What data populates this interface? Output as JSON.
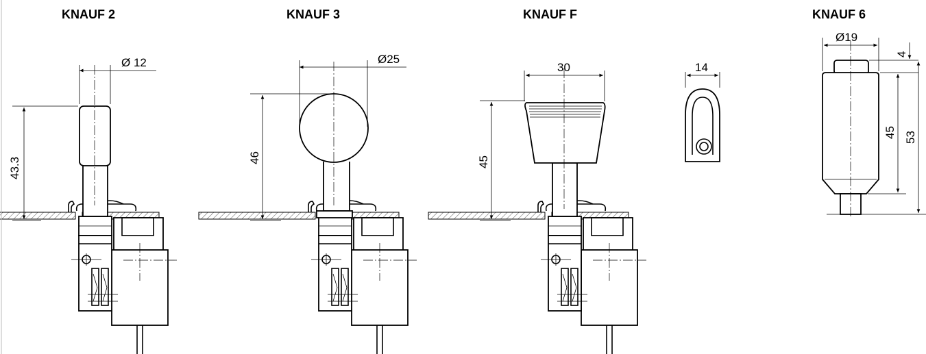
{
  "titles": {
    "knauf2": "KNAUF 2",
    "knauf3": "KNAUF 3",
    "knaufF": "KNAUF F",
    "knauf6": "KNAUF 6"
  },
  "dimensions": {
    "knauf2_diameter": "Ø 12",
    "knauf2_height": "43.3",
    "knauf3_diameter": "Ø25",
    "knauf3_height": "46",
    "knaufF_width": "30",
    "knaufF_height": "45",
    "knaufF_depth": "14",
    "knauf6_diameter": "Ø19",
    "knauf6_cap": "4",
    "knauf6_body": "45",
    "knauf6_total": "53"
  }
}
